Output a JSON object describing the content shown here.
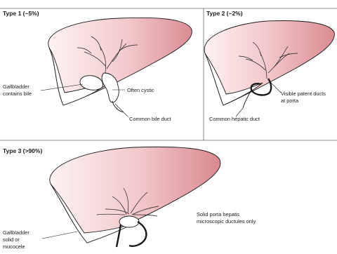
{
  "panels": [
    {
      "title": "Type 1 (~5%)",
      "labels": {
        "gallbladder_line1": "Gallbladder",
        "gallbladder_line2": "contains bile",
        "often_cystic": "Often cystic",
        "common_bile_duct": "Common bile duct"
      }
    },
    {
      "title": "Type 2 (~2%)",
      "labels": {
        "visible_line1": "Visible patent ducts",
        "visible_line2": "at porta",
        "common_hepatic_duct": "Common hepatic duct"
      }
    },
    {
      "title": "Type 3 (>90%)",
      "labels": {
        "solid_line1": "Solid porta hepatis",
        "solid_line2": "microscopic ductules only",
        "gallbladder_line1": "Gallbladder",
        "gallbladder_line2": "solid or",
        "gallbladder_line3": "mucocele"
      }
    }
  ],
  "colors": {
    "liver_light": "#fdf1f1",
    "liver_dark": "#d88e93",
    "outline": "#1a1a1a",
    "divider": "#555555"
  }
}
